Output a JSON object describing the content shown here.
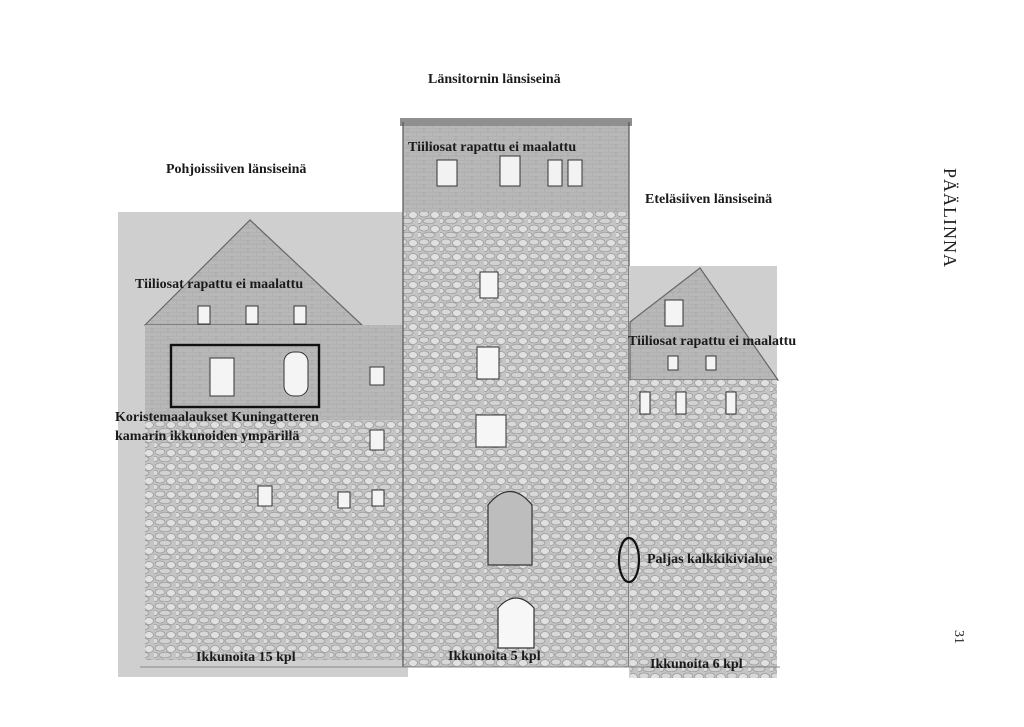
{
  "header": {
    "side_title": "PÄÄLINNA",
    "page_number": "31"
  },
  "walls": {
    "west_tower_title": "Länsitornin länsiseinä",
    "north_wing_title": "Pohjoissiiven länsiseinä",
    "south_wing_title": "Eteläsiiven länsiseinä"
  },
  "annotations": {
    "tower_brick": "Tiiliosat rapattu ei maalattu",
    "north_brick": "Tiiliosat rapattu ei maalattu",
    "south_brick": "Tiiliosat rapattu ei maalattu",
    "paintings_line1": "Koristemaalaukset Kuningatteren",
    "paintings_line2": "kamarin ikkunoiden ympärillä",
    "limestone": "Paljas kalkkikivialue"
  },
  "window_counts": {
    "north": "Ikkunoita 15 kpl",
    "tower": "Ikkunoita 5 kpl",
    "south": "Ikkunoita 6 kpl"
  },
  "colors": {
    "stone_light": "#c9c9c9",
    "stone_dark": "#9a9a9a",
    "brick_area": "#b4b4b4",
    "outline": "#111111"
  }
}
